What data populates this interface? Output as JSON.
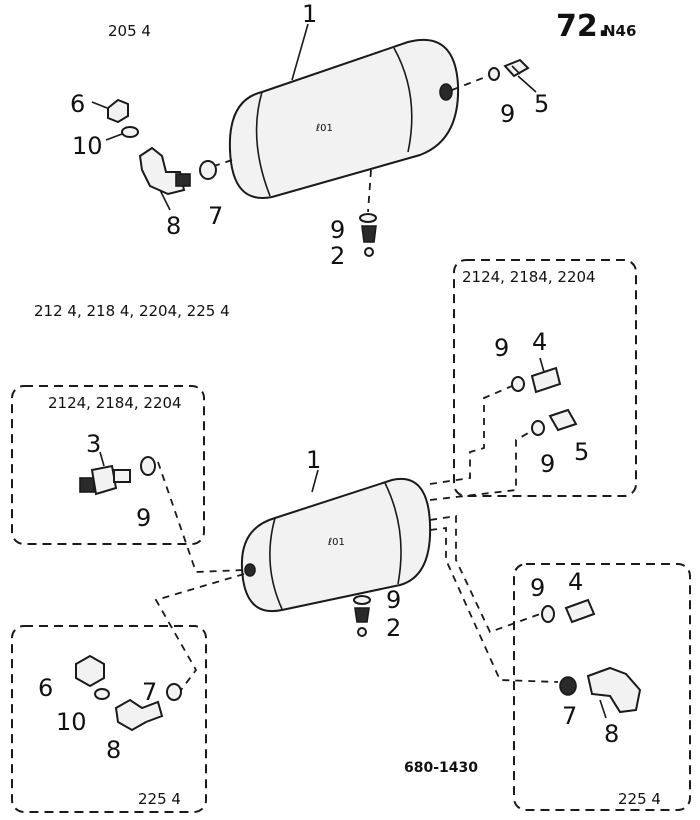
{
  "page": {
    "ref_number": "72.",
    "ref_suffix": "N46",
    "drawing_number": "680-1430"
  },
  "top_assembly": {
    "variant_label": "205 4",
    "tank_marking": "ℓ01",
    "callouts": [
      "1",
      "5",
      "9",
      "6",
      "10",
      "8",
      "7",
      "9",
      "2"
    ]
  },
  "bottom_assembly": {
    "variant_label": "212 4, 218 4, 2204, 225 4",
    "tank_marking": "ℓ01",
    "callouts": [
      "1",
      "9",
      "2"
    ],
    "boxes": [
      {
        "label": "2124, 2184, 2204",
        "callouts": [
          "3",
          "9"
        ]
      },
      {
        "label": "2124, 2184, 2204",
        "callouts": [
          "9",
          "4",
          "9",
          "5"
        ]
      },
      {
        "label": "225 4",
        "callouts": [
          "6",
          "10",
          "7",
          "8"
        ]
      },
      {
        "label": "225 4",
        "callouts": [
          "9",
          "4",
          "7",
          "8"
        ]
      }
    ]
  }
}
